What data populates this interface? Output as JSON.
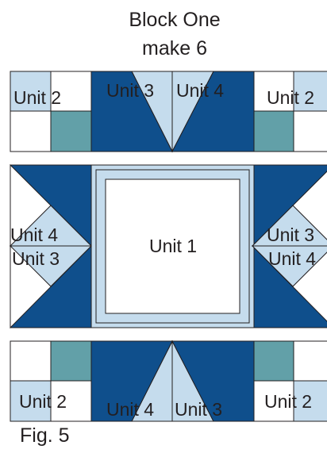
{
  "title": {
    "line1": "Block One",
    "line2": "make 6"
  },
  "caption": "Fig. 5",
  "labels": {
    "top_left": "Unit 2",
    "top_mid_left": "Unit 3",
    "top_mid_right": "Unit 4",
    "top_right": "Unit 2",
    "mid_left_upper": "Unit 4",
    "mid_left_lower": "Unit 3",
    "center": "Unit 1",
    "mid_right_upper": "Unit 3",
    "mid_right_lower": "Unit 4",
    "bottom_left": "Unit 2",
    "bottom_mid_left": "Unit 4",
    "bottom_mid_right": "Unit 3",
    "bottom_right": "Unit 2"
  },
  "colors": {
    "navy": "#0f4f8c",
    "light_blue": "#c5dced",
    "teal": "#62a0a8",
    "outline": "#231f20",
    "white": "#ffffff"
  }
}
